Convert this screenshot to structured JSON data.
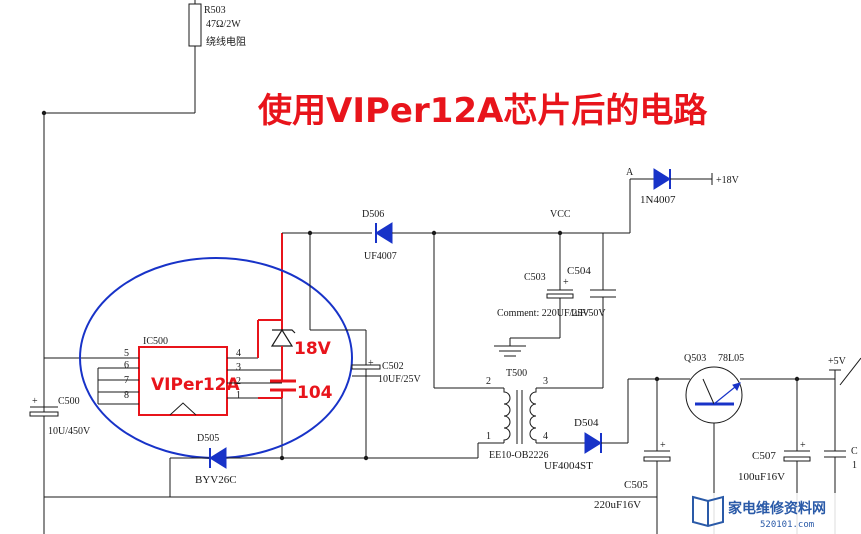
{
  "title": "使用VIPer12A芯片后的电路",
  "resistor": {
    "ref": "R503",
    "value": "47Ω/2W",
    "desc": "绕线电阻"
  },
  "ic": {
    "ref": "IC500",
    "part": "VIPer12A",
    "pins": [
      "5",
      "6",
      "7",
      "8",
      "4",
      "3",
      "2",
      "1"
    ]
  },
  "zener_label": "18V",
  "cap_104_label": "104",
  "c500": {
    "ref": "C500",
    "value": "10U/450V"
  },
  "d505": {
    "ref": "D505",
    "part": "BYV26C"
  },
  "d506": {
    "ref": "D506",
    "part": "UF4007"
  },
  "vcc": "VCC",
  "c502": {
    "ref": "C502",
    "value": "10UF/25V"
  },
  "c503": {
    "ref": "C503"
  },
  "c504": {
    "ref": "C504",
    "value": "1uF/50V"
  },
  "comment": "Comment: 220UF/25V",
  "node_a": "A",
  "d_18v": {
    "part": "1N4007",
    "rail": "+18V"
  },
  "transformer": {
    "ref": "T500",
    "part": "EE10-OB2226",
    "pins": [
      "2",
      "3",
      "1",
      "4"
    ]
  },
  "d504": {
    "ref": "D504",
    "part": "UF4004ST"
  },
  "c505": {
    "ref": "C505",
    "value": "220uF16V"
  },
  "q503": {
    "ref": "Q503",
    "part": "78L05"
  },
  "c507": {
    "ref": "C507",
    "value": "100uF16V"
  },
  "rail_5v": "+5V",
  "edge_labels": [
    "C",
    "1"
  ],
  "watermark": {
    "text": "家电维修资料网",
    "url": "520101.com"
  }
}
